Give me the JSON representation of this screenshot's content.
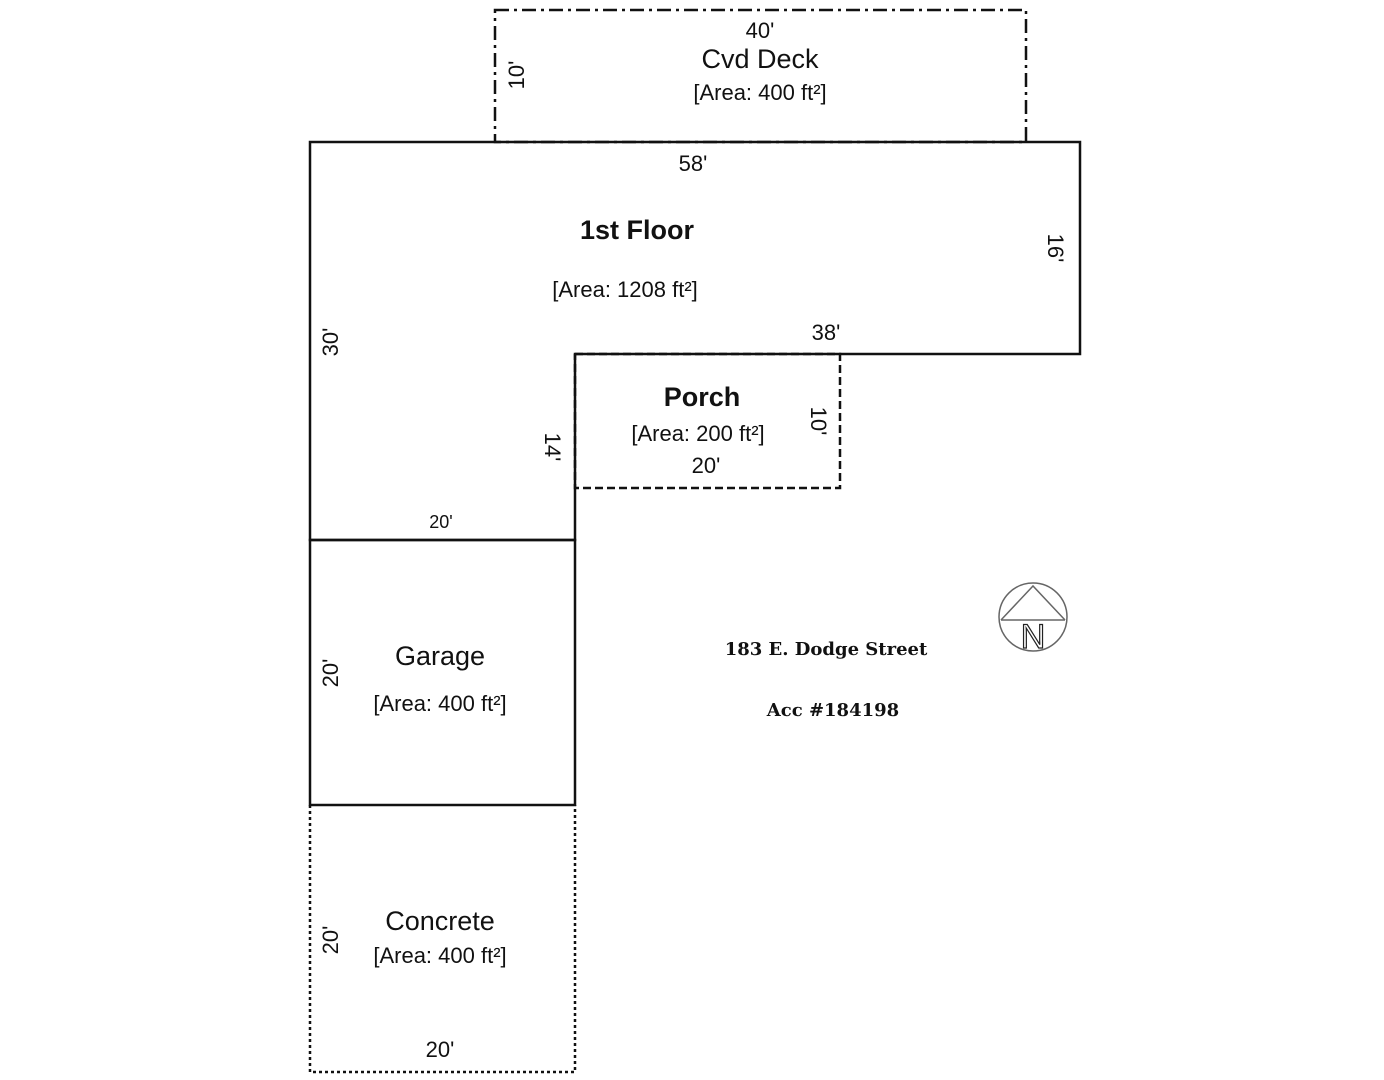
{
  "areas": {
    "cvd_deck": {
      "name": "Cvd Deck",
      "area": "[Area: 400 ft²]",
      "width_dim": "40'",
      "depth_dim": "10'"
    },
    "first_floor": {
      "name": "1st Floor",
      "area": "[Area: 1208 ft²]",
      "top_dim": "58'",
      "right_dim": "16'",
      "inner_dim": "38'",
      "left_dim": "30'",
      "inner_side_dim": "14'",
      "bottom_dim": "20'"
    },
    "porch": {
      "name": "Porch",
      "area": "[Area: 200 ft²]",
      "width_dim": "20'",
      "depth_dim": "10'"
    },
    "garage": {
      "name": "Garage",
      "area": "[Area: 400 ft²]",
      "side_dim": "20'"
    },
    "concrete": {
      "name": "Concrete",
      "area": "[Area: 400 ft²]",
      "side_dim": "20'",
      "bottom_dim": "20'"
    }
  },
  "info": {
    "address": "183 E. Dodge Street",
    "account": "Acc #184198"
  },
  "compass": {
    "label": "N"
  }
}
